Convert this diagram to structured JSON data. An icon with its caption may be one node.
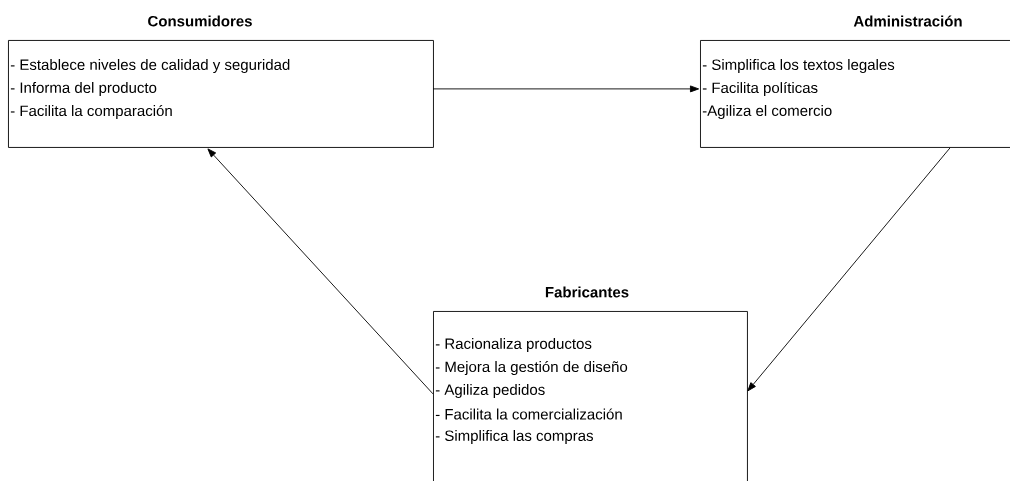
{
  "diagram": {
    "nodes": [
      {
        "text": [
          "Consumidores",
          "- Establece niveles de calidad y seguridad",
          "- Informa del producto",
          "- Facilita la comparación"
        ]
      },
      {
        "text": [
          "Administración",
          "- Simplifica los textos legales",
          "- Facilita políticas",
          "-Agiliza el comercio"
        ]
      },
      {
        "text": [
          "Fabricantes",
          "- Racionaliza productos",
          "- Mejora la gestión de diseño",
          "- Agiliza pedidos",
          "- Facilita la comercialización",
          "- Simplifica las compras"
        ]
      }
    ],
    "edges": [
      {
        "from": 0,
        "to": 1,
        "arrow": "to"
      },
      {
        "from": 1,
        "to": 2,
        "arrow": "to"
      },
      {
        "from": 2,
        "to": 0,
        "arrow": "to"
      }
    ]
  }
}
